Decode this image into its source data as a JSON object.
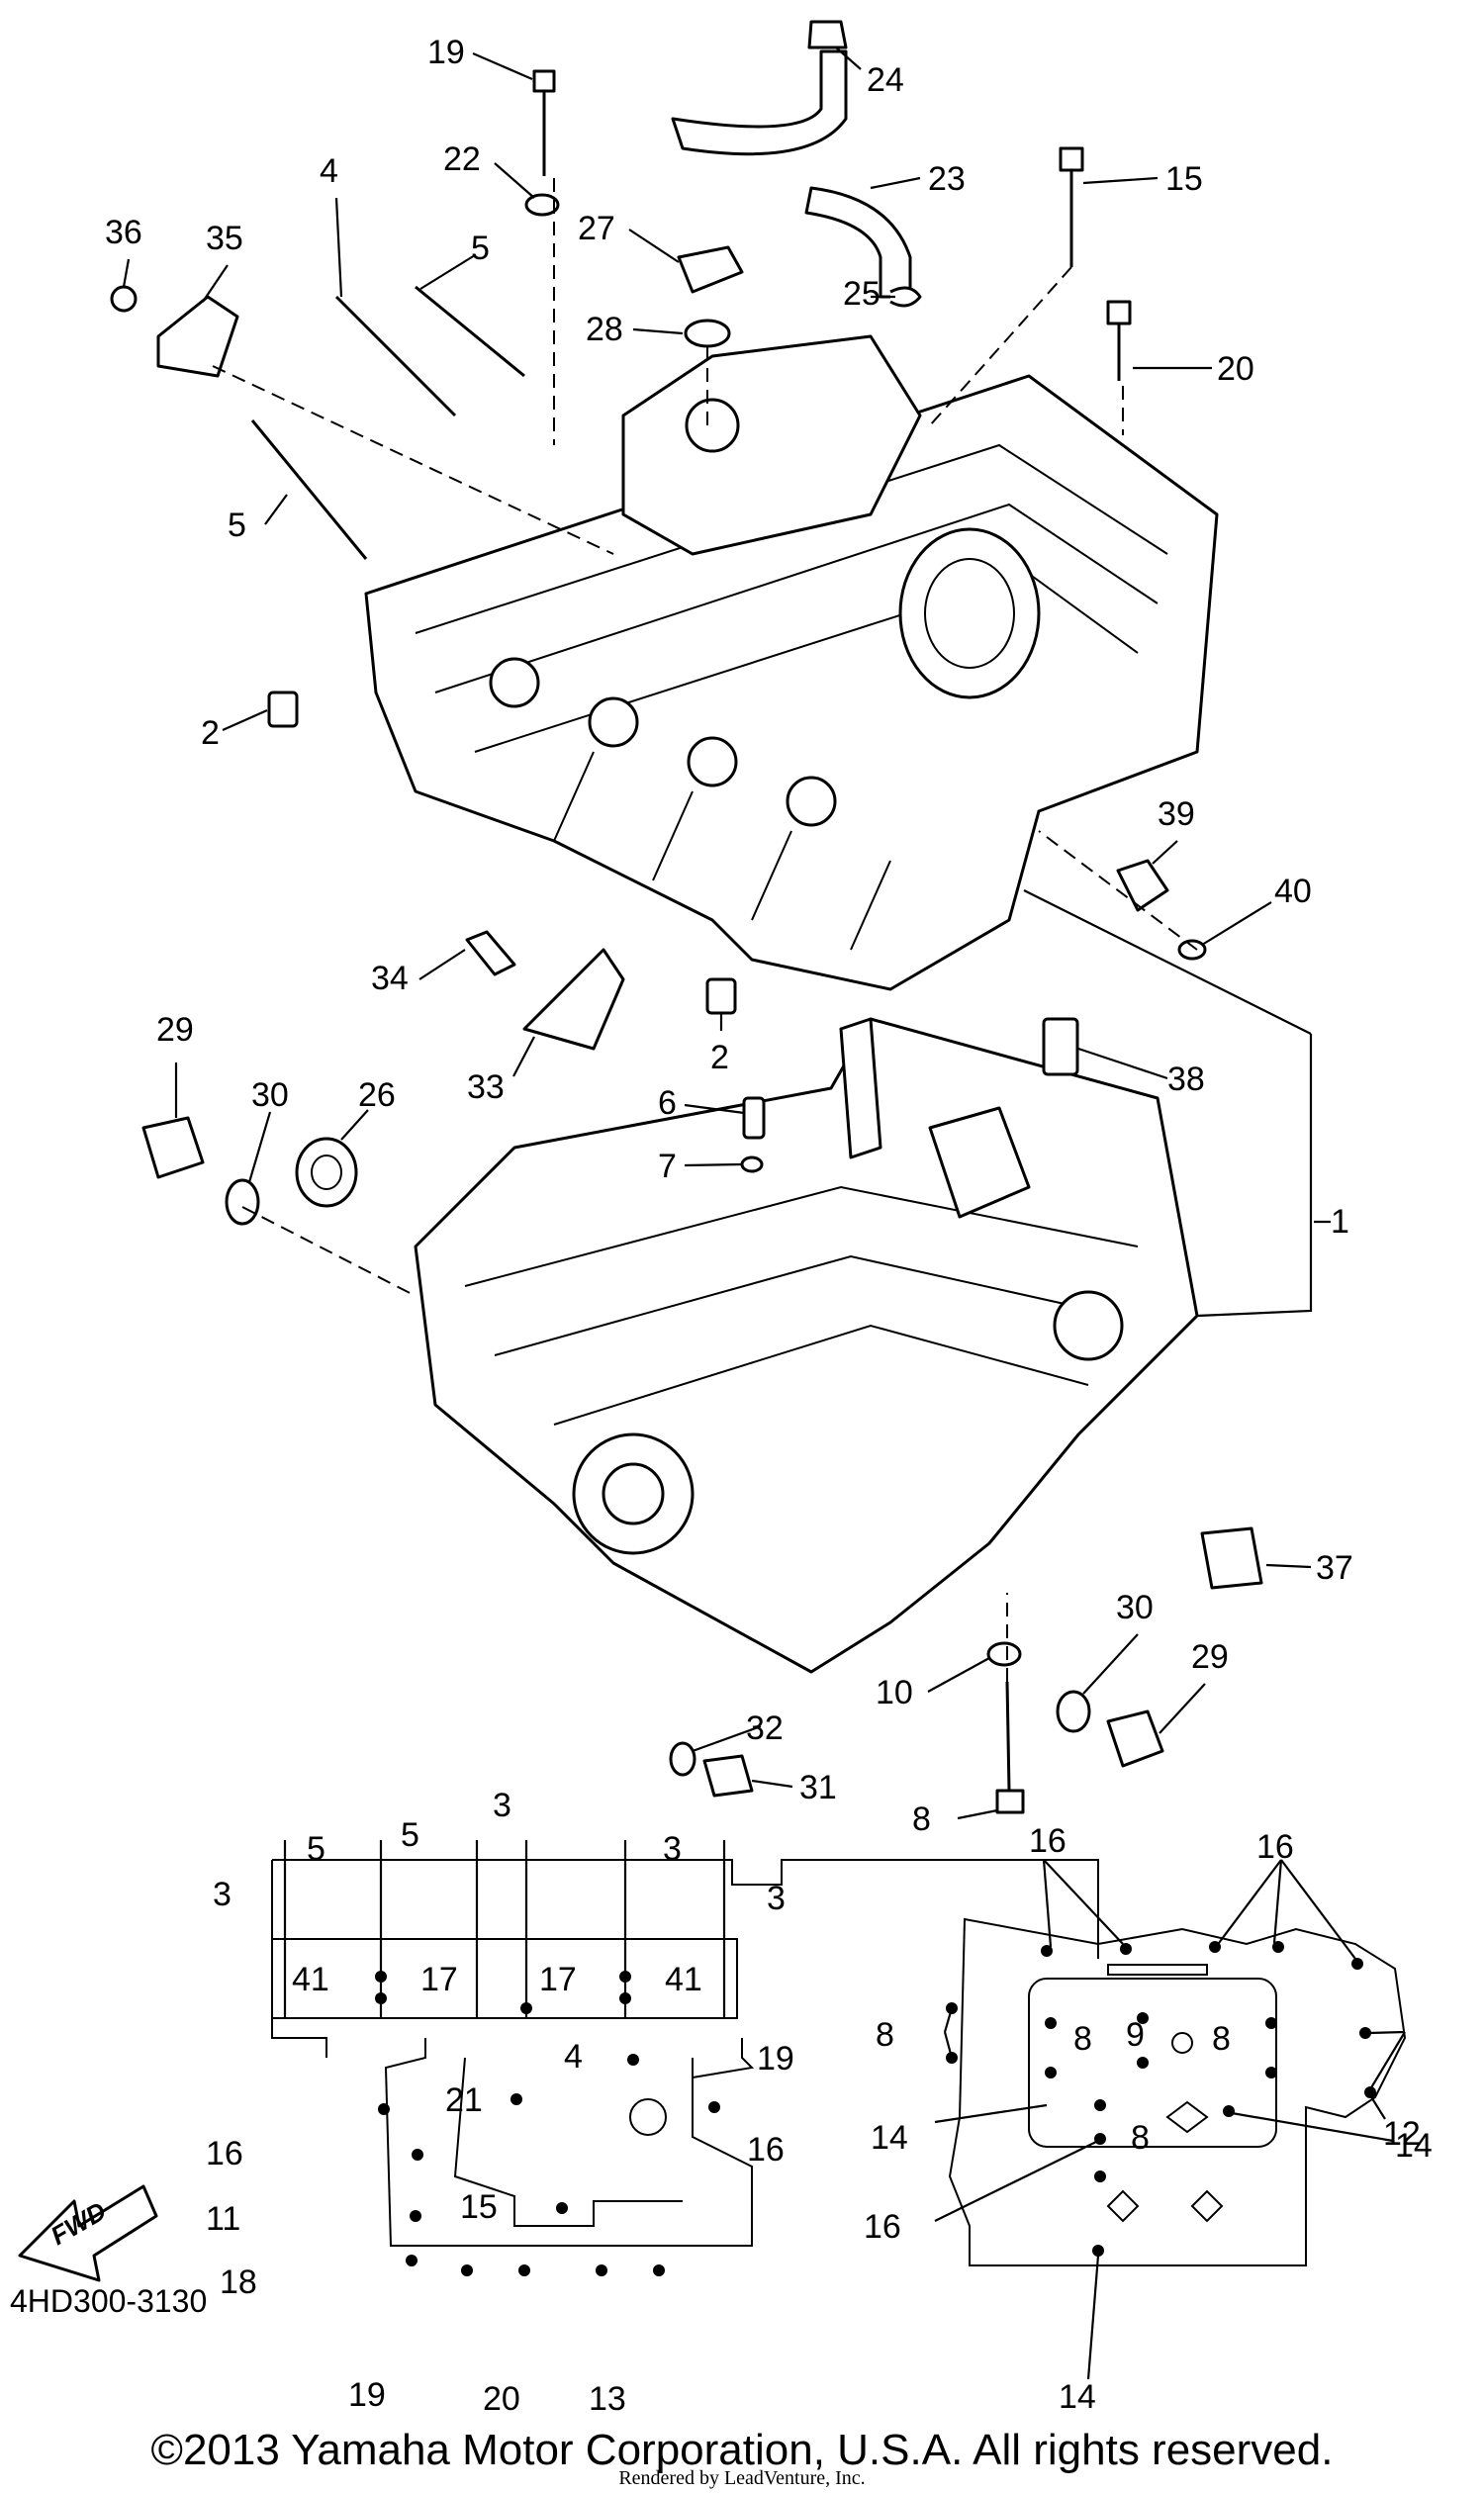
{
  "diagram_code": "4HD300-3130",
  "copyright": "©2013 Yamaha Motor Corporation, U.S.A. All rights reserved.",
  "rendered_by": "Rendered by LeadVenture, Inc.",
  "fwd_label": "FWD",
  "callouts": [
    "19",
    "24",
    "22",
    "23",
    "15",
    "4",
    "5",
    "27",
    "36",
    "35",
    "25",
    "28",
    "20",
    "5",
    "2",
    "39",
    "40",
    "34",
    "29",
    "30",
    "26",
    "33",
    "2",
    "6",
    "38",
    "7",
    "1",
    "37",
    "30",
    "29",
    "10",
    "32",
    "31",
    "8",
    "5",
    "3",
    "5",
    "3",
    "3",
    "3",
    "41",
    "17",
    "17",
    "41",
    "4",
    "19",
    "16",
    "21",
    "16",
    "11",
    "15",
    "18",
    "19",
    "20",
    "13",
    "16",
    "16",
    "8",
    "9",
    "8",
    "8",
    "14",
    "8",
    "12",
    "14",
    "16",
    "14"
  ]
}
